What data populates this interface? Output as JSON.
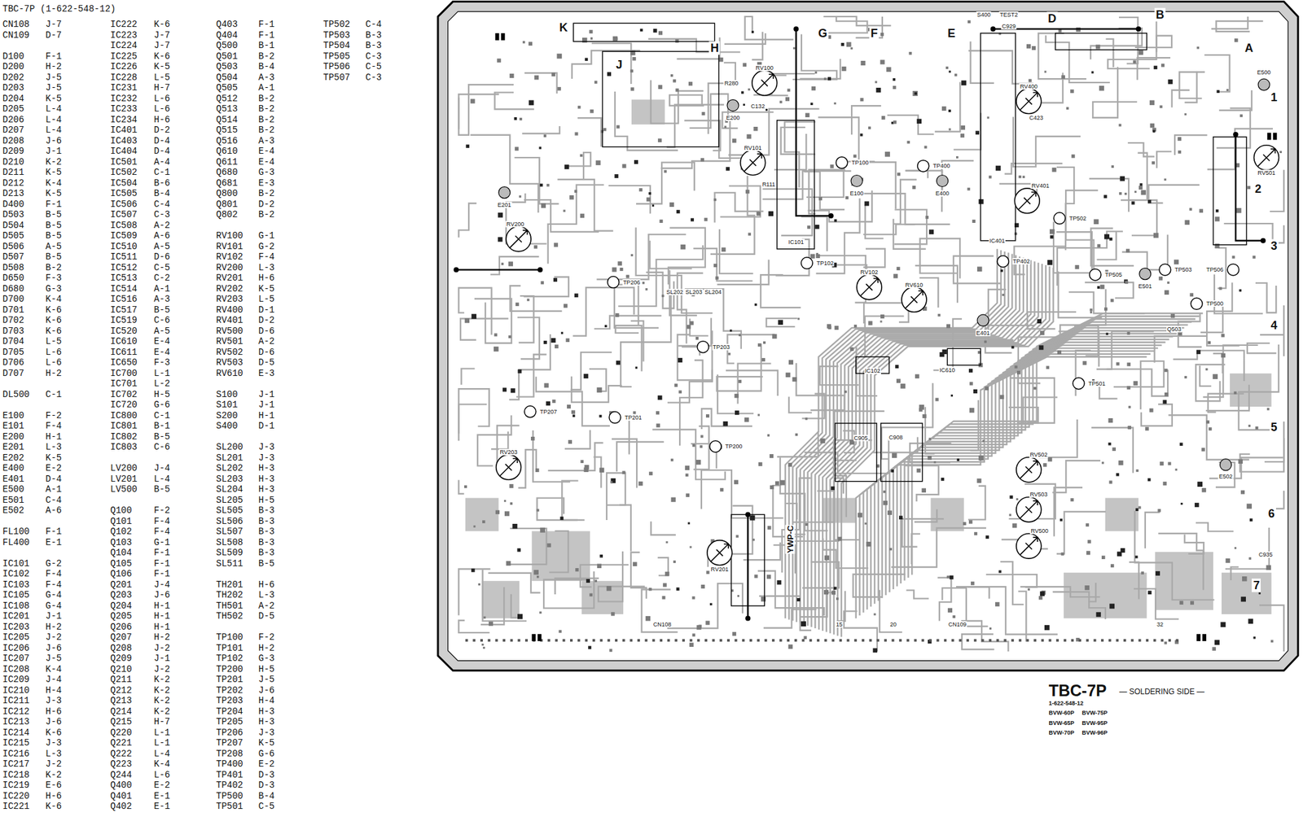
{
  "diagram": {
    "title": "TBC-7P (1-622-548-12)",
    "labels": [
      "CN108",
      "J-7",
      "CN109",
      "D-7",
      "D100",
      "F-1",
      "D200",
      "H-2",
      "D202",
      "J-5",
      "D203",
      "J-5",
      "D204",
      "K-5",
      "D205",
      "L-4",
      "D206",
      "L-4",
      "D207",
      "L-4",
      "D208",
      "J-6",
      "D209",
      "J-1",
      "D210",
      "K-2",
      "D211",
      "K-5",
      "D212",
      "K-4",
      "D213",
      "K-5",
      "D400",
      "F-1",
      "D503",
      "B-5",
      "D504",
      "B-5",
      "D505",
      "B-5",
      "D506",
      "A-5",
      "D507",
      "B-5",
      "D508",
      "B-2",
      "D650",
      "F-3",
      "D680",
      "G-3",
      "D700",
      "K-4",
      "D701",
      "K-6",
      "D702",
      "K-6",
      "D703",
      "K-6",
      "D704",
      "L-5",
      "D705",
      "L-6",
      "D706",
      "L-6",
      "D707",
      "H-2",
      "DL500",
      "C-1",
      "E100",
      "F-2",
      "E101",
      "F-4",
      "E200",
      "H-1",
      "E201",
      "L-3",
      "E202",
      "K-5",
      "E400",
      "E-2",
      "E401",
      "D-4",
      "E500",
      "A-1",
      "E501",
      "C-4",
      "E502",
      "A-6",
      "FL100",
      "F-1",
      "FL400",
      "E-1",
      "IC101",
      "G-2",
      "IC102",
      "F-4",
      "IC103",
      "F-4",
      "IC105",
      "G-4",
      "IC108",
      "G-4",
      "IC201",
      "J-1",
      "IC203",
      "H-2",
      "IC205",
      "J-2",
      "IC206",
      "J-6",
      "IC207",
      "J-5",
      "IC208",
      "K-4",
      "IC209",
      "J-4",
      "IC210",
      "H-4",
      "IC211",
      "J-3",
      "IC212",
      "H-6",
      "IC213",
      "J-6",
      "IC214",
      "K-6",
      "IC215",
      "J-3",
      "IC216",
      "L-3",
      "IC217",
      "J-2",
      "IC218",
      "K-2",
      "IC219",
      "E-6",
      "IC220",
      "H-6",
      "IC221",
      "K-6",
      "IC222",
      "K-6",
      "IC223",
      "J-7",
      "IC224",
      "J-7",
      "IC225",
      "K-6",
      "IC226",
      "K-5",
      "IC228",
      "L-5",
      "IC231",
      "H-7",
      "IC232",
      "L-6",
      "IC233",
      "L-6",
      "IC234",
      "H-6",
      "IC401",
      "D-2",
      "IC403",
      "D-4",
      "IC404",
      "D-4",
      "IC501",
      "A-4",
      "IC502",
      "C-1",
      "IC504",
      "B-6",
      "IC505",
      "B-4",
      "IC506",
      "C-4",
      "IC507",
      "C-3",
      "IC508",
      "A-2",
      "IC509",
      "A-6",
      "IC510",
      "A-5",
      "IC511",
      "D-6",
      "IC512",
      "C-5",
      "IC513",
      "C-2",
      "IC514",
      "A-1",
      "IC516",
      "A-3",
      "IC517",
      "B-5",
      "IC519",
      "C-6",
      "IC520",
      "A-5",
      "IC610",
      "E-4",
      "IC611",
      "E-4",
      "IC650",
      "F-3",
      "IC700",
      "L-1",
      "IC701",
      "L-2",
      "IC702",
      "H-5",
      "IC720",
      "G-6",
      "IC800",
      "C-1",
      "IC801",
      "B-1",
      "IC802",
      "B-5",
      "IC803",
      "C-6",
      "LV200",
      "J-4",
      "LV201",
      "L-4",
      "LV500",
      "B-5",
      "Q100",
      "F-2",
      "Q101",
      "F-4",
      "Q102",
      "F-4",
      "Q103",
      "G-1",
      "Q104",
      "F-1",
      "Q105",
      "F-1",
      "Q106",
      "F-1",
      "Q201",
      "J-4",
      "Q203",
      "J-6",
      "Q204",
      "H-1",
      "Q205",
      "H-1",
      "Q206",
      "H-1",
      "Q207",
      "H-2",
      "Q208",
      "J-2",
      "Q209",
      "J-1",
      "Q210",
      "J-2",
      "Q211",
      "K-2",
      "Q212",
      "K-2",
      "Q213",
      "K-2",
      "Q214",
      "K-2",
      "Q215",
      "H-7",
      "Q220",
      "L-1",
      "Q221",
      "L-1",
      "Q222",
      "L-4",
      "Q223",
      "K-4",
      "Q244",
      "L-6",
      "Q400",
      "E-2",
      "Q401",
      "E-1",
      "Q402",
      "E-1",
      "Q403",
      "F-1",
      "Q404",
      "F-1",
      "Q500",
      "B-1",
      "Q501",
      "B-2",
      "Q503",
      "B-4",
      "Q504",
      "A-3",
      "Q505",
      "A-1",
      "Q512",
      "B-2",
      "Q513",
      "B-2",
      "Q514",
      "B-2",
      "Q515",
      "B-2",
      "Q516",
      "A-3",
      "Q610",
      "E-4",
      "Q611",
      "E-4",
      "Q680",
      "G-3",
      "Q681",
      "E-3",
      "Q800",
      "B-2",
      "Q801",
      "D-2",
      "Q802",
      "B-2",
      "RV100",
      "G-1",
      "RV101",
      "G-2",
      "RV102",
      "F-4",
      "RV200",
      "L-3",
      "RV201",
      "H-6",
      "RV202",
      "K-5",
      "RV203",
      "L-5",
      "RV400",
      "D-1",
      "RV401",
      "D-2",
      "RV500",
      "D-6",
      "RV501",
      "A-2",
      "RV502",
      "D-6",
      "RV503",
      "D-5",
      "RV610",
      "E-3",
      "S100",
      "J-1",
      "S101",
      "J-1",
      "S200",
      "H-1",
      "S400",
      "D-1",
      "SL200",
      "J-3",
      "SL201",
      "J-3",
      "SL202",
      "H-3",
      "SL203",
      "H-3",
      "SL204",
      "H-3",
      "SL205",
      "H-5",
      "SL505",
      "B-3",
      "SL506",
      "B-3",
      "SL507",
      "B-3",
      "SL508",
      "B-3",
      "SL509",
      "B-3",
      "SL511",
      "B-5",
      "TH201",
      "H-6",
      "TH202",
      "L-3",
      "TH501",
      "A-2",
      "TH502",
      "D-5",
      "TP100",
      "F-2",
      "TP101",
      "H-2",
      "TP102",
      "G-3",
      "TP200",
      "H-5",
      "TP201",
      "J-5",
      "TP202",
      "J-6",
      "TP203",
      "H-4",
      "TP204",
      "H-3",
      "TP205",
      "H-3",
      "TP206",
      "J-3",
      "TP207",
      "K-5",
      "TP208",
      "G-6",
      "TP400",
      "E-2",
      "TP401",
      "D-3",
      "TP402",
      "D-3",
      "TP500",
      "B-4",
      "TP501",
      "C-5",
      "TP502",
      "C-4",
      "TP503",
      "B-3",
      "TP504",
      "B-3",
      "TP505",
      "C-3",
      "TP506",
      "C-5",
      "TP507",
      "C-3",
      "K",
      "J",
      "H",
      "G",
      "F",
      "E",
      "D",
      "B",
      "A",
      "1",
      "2",
      "3",
      "4",
      "5",
      "6",
      "7",
      "S400",
      "TEST2",
      "C929",
      "R280",
      "E200",
      "RV100",
      "C132",
      "RV101",
      "R111",
      "TP100",
      "TP400",
      "E100",
      "E400",
      "IC101",
      "IC401",
      "TP102",
      "RV102",
      "RV610",
      "TP402",
      "TP502",
      "TP505",
      "TP503",
      "TP506",
      "E501",
      "TP500",
      "Q503",
      "E401",
      "IC102",
      "IC610",
      "TP501",
      "RV501",
      "E500",
      "RV400",
      "C423",
      "RV401",
      "E201",
      "RV200",
      "TP206",
      "SL202",
      "SL203",
      "SL204",
      "TP203",
      "TP207",
      "TP201",
      "TP200",
      "RV203",
      "RV201",
      "C905",
      "C908",
      "RV502",
      "RV503",
      "RV500",
      "E502",
      "YWP-C",
      "CN108",
      "CN109",
      "15",
      "20",
      "32",
      "C935",
      "TBC-7P",
      "— SOLDERING SIDE —",
      "1-622-548-12",
      "BVW-60P",
      "BVW-75P",
      "BVW-65P",
      "BVW-95P",
      "BVW-70P",
      "BVW-96P"
    ]
  }
}
